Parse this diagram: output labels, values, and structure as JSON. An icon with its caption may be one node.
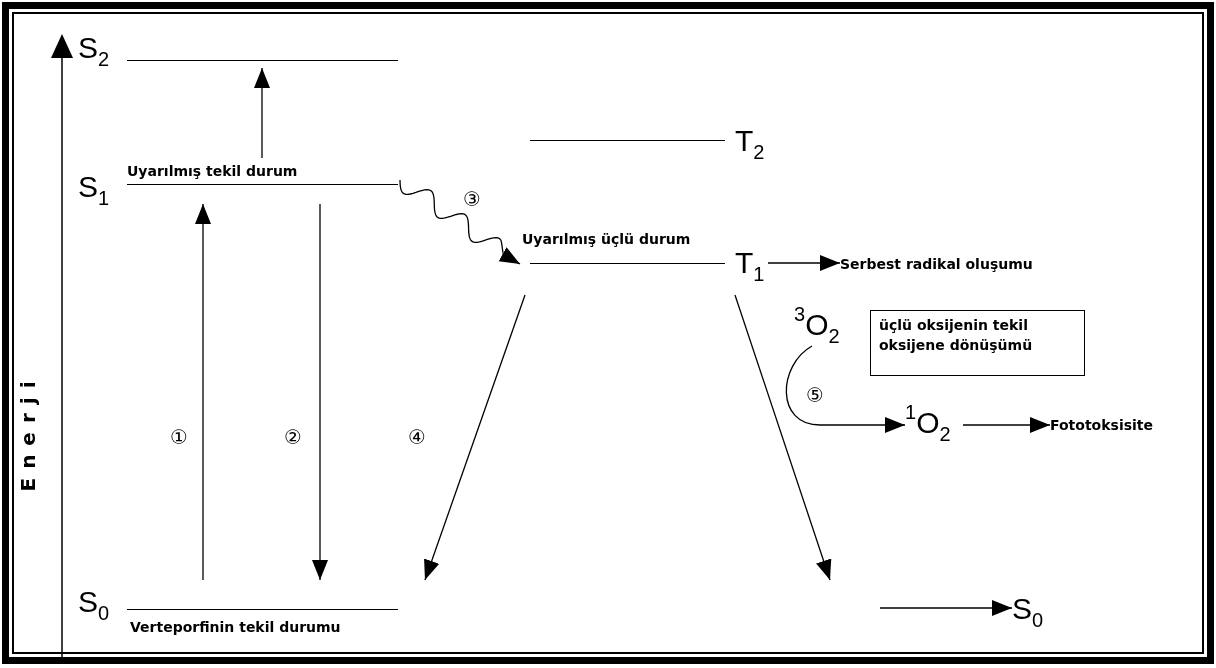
{
  "diagram": {
    "nodes": [
      {
        "text": [
          "S$_{2}$"
        ]
      },
      {
        "text": [
          "S$_{1}$",
          "Uyarılmış tekil durum"
        ]
      },
      {
        "text": [
          "S$_{0}$",
          "Verteporfinin tekil durumu"
        ]
      },
      {
        "text": [
          "T$_{2}$"
        ]
      },
      {
        "text": [
          "Uyarılmış üçlü durum",
          "T$_{1}$"
        ]
      },
      {
        "text": [
          "Serbest radikal oluşumu"
        ]
      },
      {
        "text": [
          "$^{3}$O$_{2}$"
        ]
      },
      {
        "text": [
          "üçlü oksijenin tekil oksijene dönüşümü"
        ]
      },
      {
        "text": [
          "$^{1}$O$_{2}$"
        ]
      },
      {
        "text": [
          "Fototoksisite"
        ]
      },
      {
        "text": [
          "S$_{0}$"
        ]
      }
    ],
    "edges": [
      {
        "from": 1,
        "to": 0,
        "arrow": "to"
      },
      {
        "from": 2,
        "to": 1,
        "arrow": "to",
        "label": "①"
      },
      {
        "from": 1,
        "to": 2,
        "arrow": "to",
        "label": "②"
      },
      {
        "from": 1,
        "to": 4,
        "arrow": "to",
        "label": "③"
      },
      {
        "from": 4,
        "to": 2,
        "arrow": "to",
        "label": "④"
      },
      {
        "from": 4,
        "to": null,
        "arrow": "to"
      },
      {
        "from": null,
        "to": 10,
        "arrow": "to"
      },
      {
        "from": 4,
        "to": 5,
        "arrow": "to"
      },
      {
        "from": 6,
        "to": 8,
        "arrow": "to",
        "label": "⑤"
      },
      {
        "from": 8,
        "to": 9,
        "arrow": "to"
      }
    ],
    "labels": [
      "Enerji"
    ]
  }
}
